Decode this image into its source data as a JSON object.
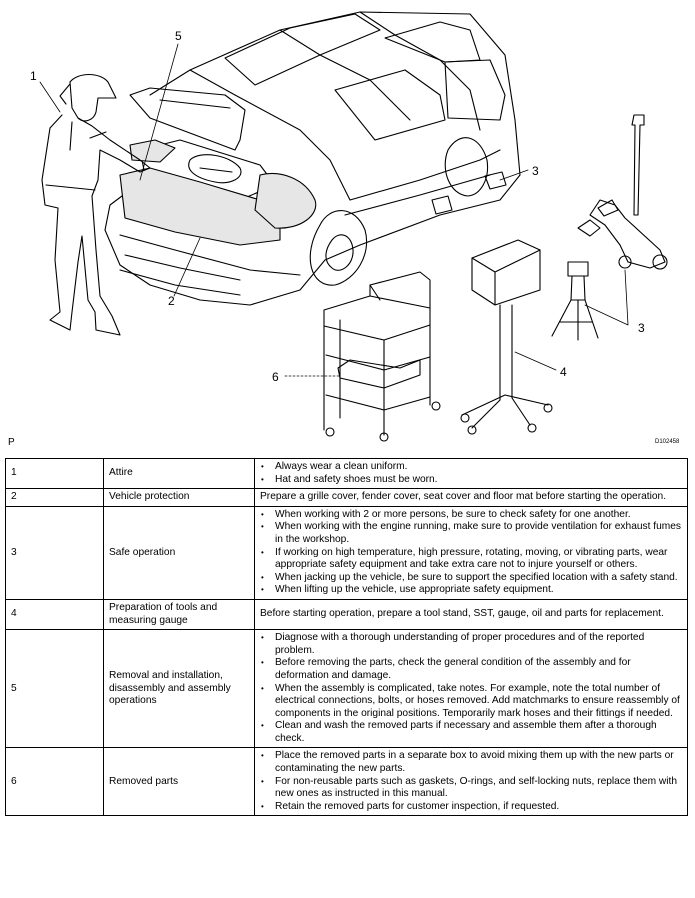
{
  "figure": {
    "callouts": [
      "1",
      "2",
      "3",
      "3",
      "4",
      "5",
      "6"
    ],
    "letter": "P",
    "code": "D102458"
  },
  "rows": [
    {
      "num": "1",
      "topic": "Attire",
      "items": [
        "Always wear a clean uniform.",
        "Hat and safety shoes must be worn."
      ]
    },
    {
      "num": "2",
      "topic": "Vehicle protection",
      "text": "Prepare a grille cover, fender cover, seat cover and floor mat before starting the operation."
    },
    {
      "num": "3",
      "topic": "Safe operation",
      "items": [
        "When working with 2 or more persons, be sure to check safety for one another.",
        "When working with the engine running, make sure to provide ventilation for exhaust fumes in the workshop.",
        "If working on high temperature, high pressure, rotating, moving, or vibrating parts, wear appropriate safety equipment and take extra care not to injure yourself or others.",
        "When jacking up the vehicle, be sure to support the specified location with a safety stand.",
        "When lifting up the vehicle, use appropriate safety equipment."
      ]
    },
    {
      "num": "4",
      "topic": "Preparation of tools and measuring gauge",
      "text": "Before starting operation, prepare a tool stand, SST, gauge, oil and parts for replacement."
    },
    {
      "num": "5",
      "topic": "Removal and installation, disassembly and assembly operations",
      "items": [
        "Diagnose with a thorough understanding of proper procedures and of the reported problem.",
        "Before removing the parts, check the general condition of the assembly and for deformation and damage.",
        "When the assembly is complicated, take notes. For example, note the total number of electrical connections, bolts, or hoses removed. Add matchmarks to ensure reassembly of components in the original positions. Temporarily mark hoses and their fittings if needed.",
        "Clean and wash the removed parts if necessary and assemble them after a thorough check."
      ]
    },
    {
      "num": "6",
      "topic": "Removed parts",
      "items": [
        "Place the removed parts in a separate box to avoid mixing them up with the new parts or contaminating the new parts.",
        "For non-reusable parts such as gaskets, O-rings, and self-locking nuts, replace them with new ones as instructed in this manual.",
        "Retain the removed parts for customer inspection, if requested."
      ]
    }
  ]
}
